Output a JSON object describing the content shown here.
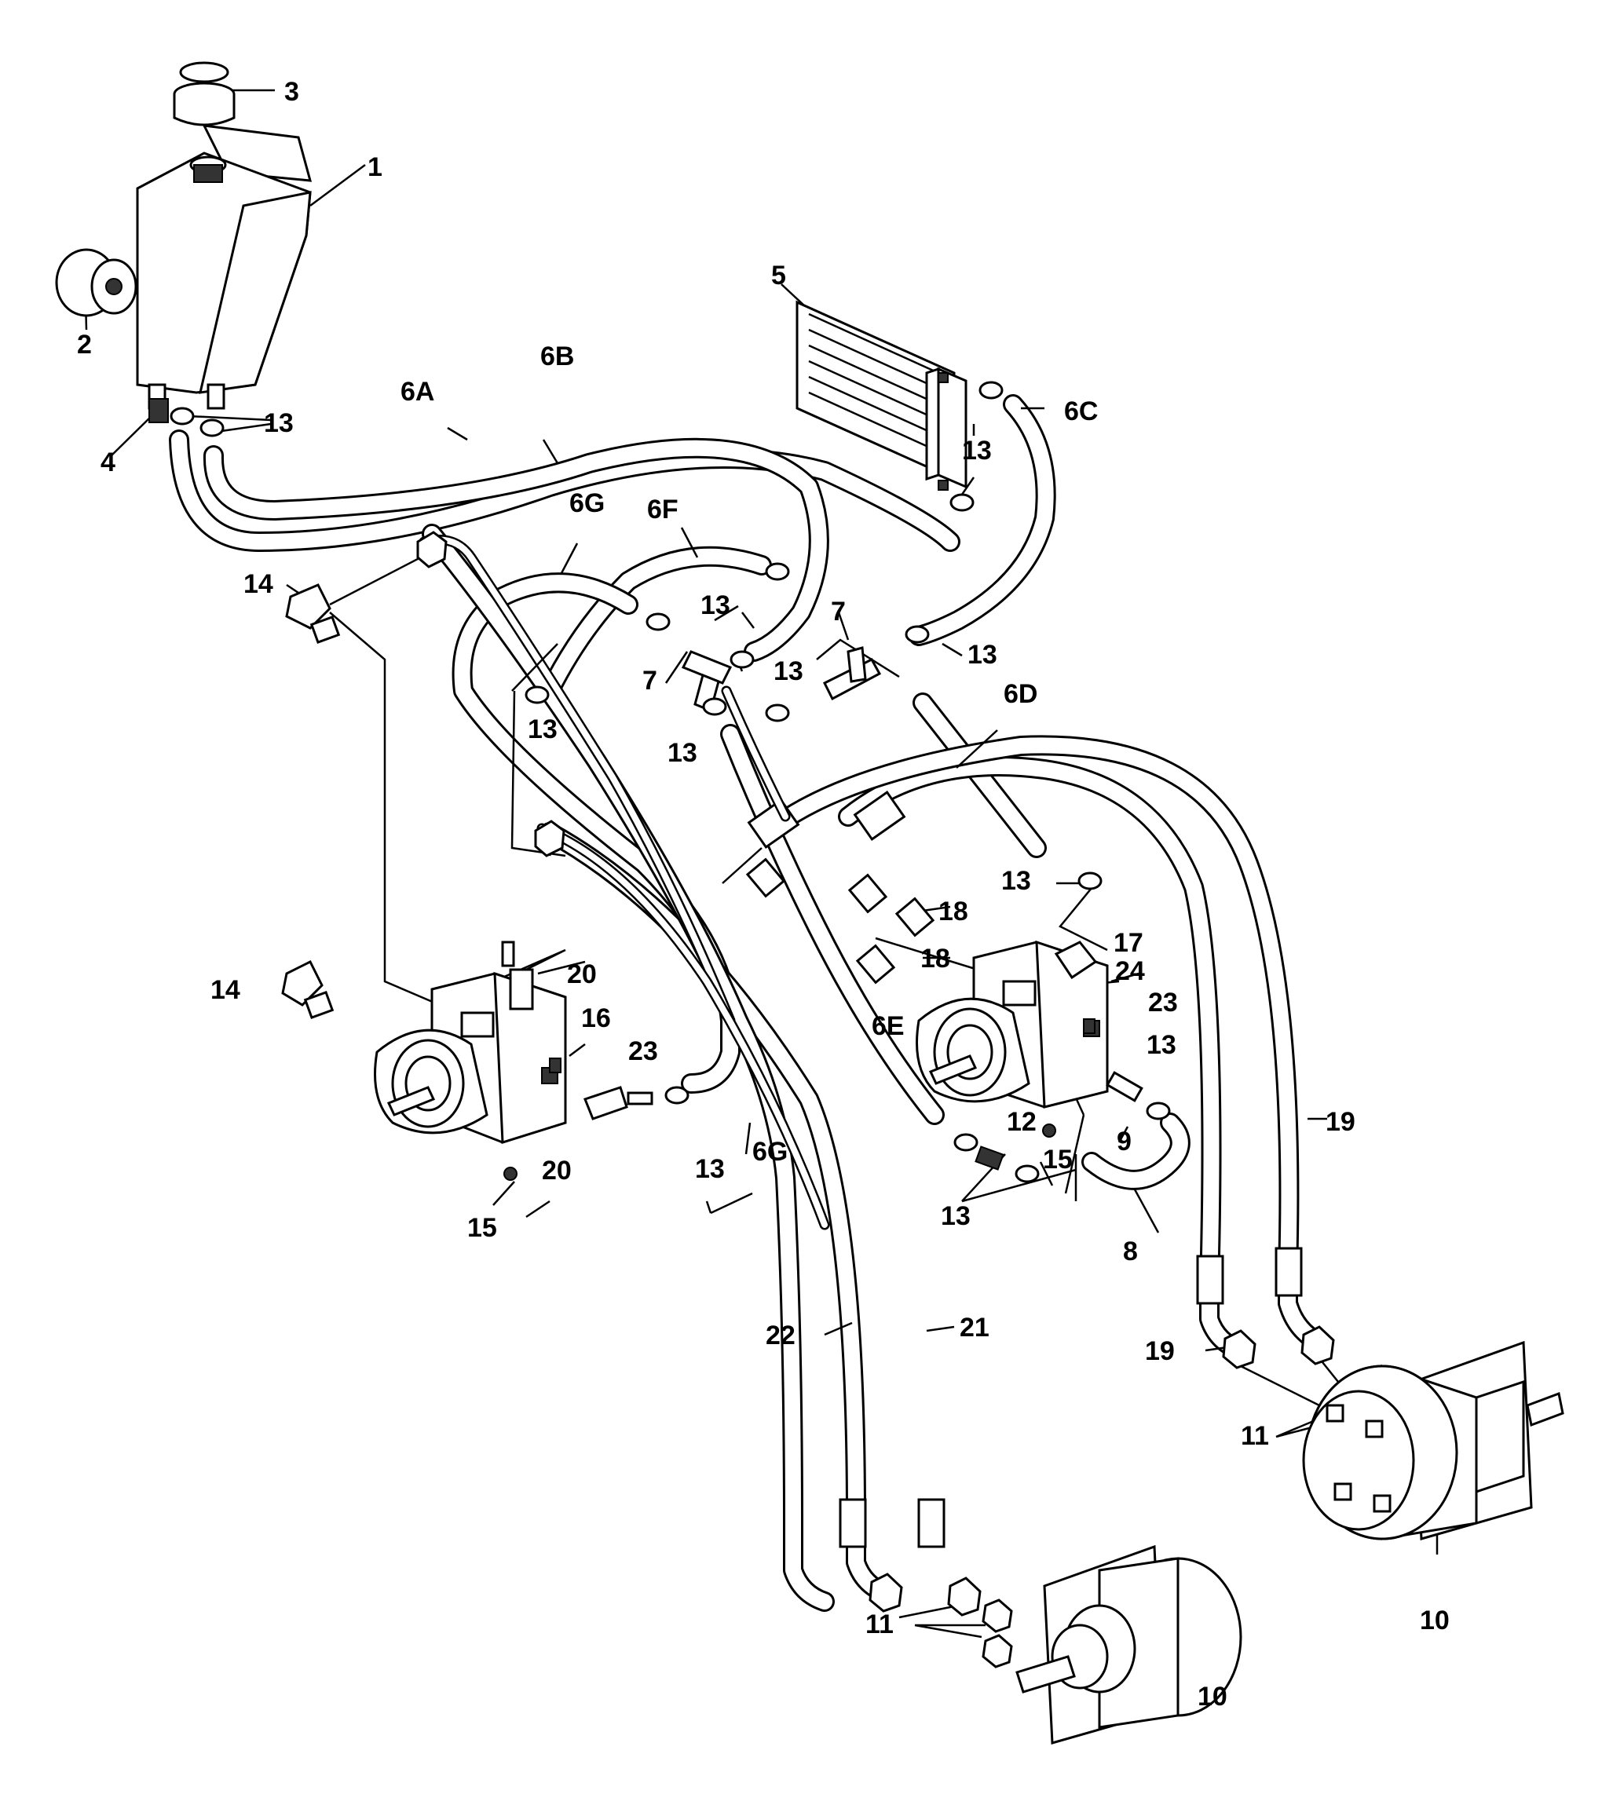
{
  "callouts": [
    {
      "id": "c-3",
      "label": "3"
    },
    {
      "id": "c-1",
      "label": "1"
    },
    {
      "id": "c-2",
      "label": "2"
    },
    {
      "id": "c-4",
      "label": "4"
    },
    {
      "id": "c-13-tank",
      "label": "13"
    },
    {
      "id": "c-6a",
      "label": "6A"
    },
    {
      "id": "c-6b",
      "label": "6B"
    },
    {
      "id": "c-5",
      "label": "5"
    },
    {
      "id": "c-6c",
      "label": "6C"
    },
    {
      "id": "c-13-cooler-a",
      "label": "13"
    },
    {
      "id": "c-6g-top",
      "label": "6G"
    },
    {
      "id": "c-6f",
      "label": "6F"
    },
    {
      "id": "c-14-top",
      "label": "14"
    },
    {
      "id": "c-13-tee-a",
      "label": "13"
    },
    {
      "id": "c-7-right",
      "label": "7"
    },
    {
      "id": "c-13-right-a",
      "label": "13"
    },
    {
      "id": "c-7-left",
      "label": "7"
    },
    {
      "id": "c-13-tee-b",
      "label": "13"
    },
    {
      "id": "c-13-left",
      "label": "13"
    },
    {
      "id": "c-13-tee-c",
      "label": "13"
    },
    {
      "id": "c-6d",
      "label": "6D"
    },
    {
      "id": "c-13-right-b",
      "label": "13"
    },
    {
      "id": "c-18-a",
      "label": "18"
    },
    {
      "id": "c-17",
      "label": "17"
    },
    {
      "id": "c-18-b",
      "label": "18"
    },
    {
      "id": "c-24",
      "label": "24"
    },
    {
      "id": "c-20-a",
      "label": "20"
    },
    {
      "id": "c-23-right",
      "label": "23"
    },
    {
      "id": "c-14-bottom",
      "label": "14"
    },
    {
      "id": "c-16",
      "label": "16"
    },
    {
      "id": "c-6e",
      "label": "6E"
    },
    {
      "id": "c-13-right-c",
      "label": "13"
    },
    {
      "id": "c-23-left",
      "label": "23"
    },
    {
      "id": "c-12",
      "label": "12"
    },
    {
      "id": "c-9",
      "label": "9"
    },
    {
      "id": "c-15-right",
      "label": "15"
    },
    {
      "id": "c-19-right",
      "label": "19"
    },
    {
      "id": "c-20-b",
      "label": "20"
    },
    {
      "id": "c-13-mid",
      "label": "13"
    },
    {
      "id": "c-6g-bottom",
      "label": "6G"
    },
    {
      "id": "c-13-bottom",
      "label": "13"
    },
    {
      "id": "c-15-left",
      "label": "15"
    },
    {
      "id": "c-8",
      "label": "8"
    },
    {
      "id": "c-22",
      "label": "22"
    },
    {
      "id": "c-21",
      "label": "21"
    },
    {
      "id": "c-19-left",
      "label": "19"
    },
    {
      "id": "c-11-right",
      "label": "11"
    },
    {
      "id": "c-10-right",
      "label": "10"
    },
    {
      "id": "c-11-left",
      "label": "11"
    },
    {
      "id": "c-10-left",
      "label": "10"
    }
  ]
}
